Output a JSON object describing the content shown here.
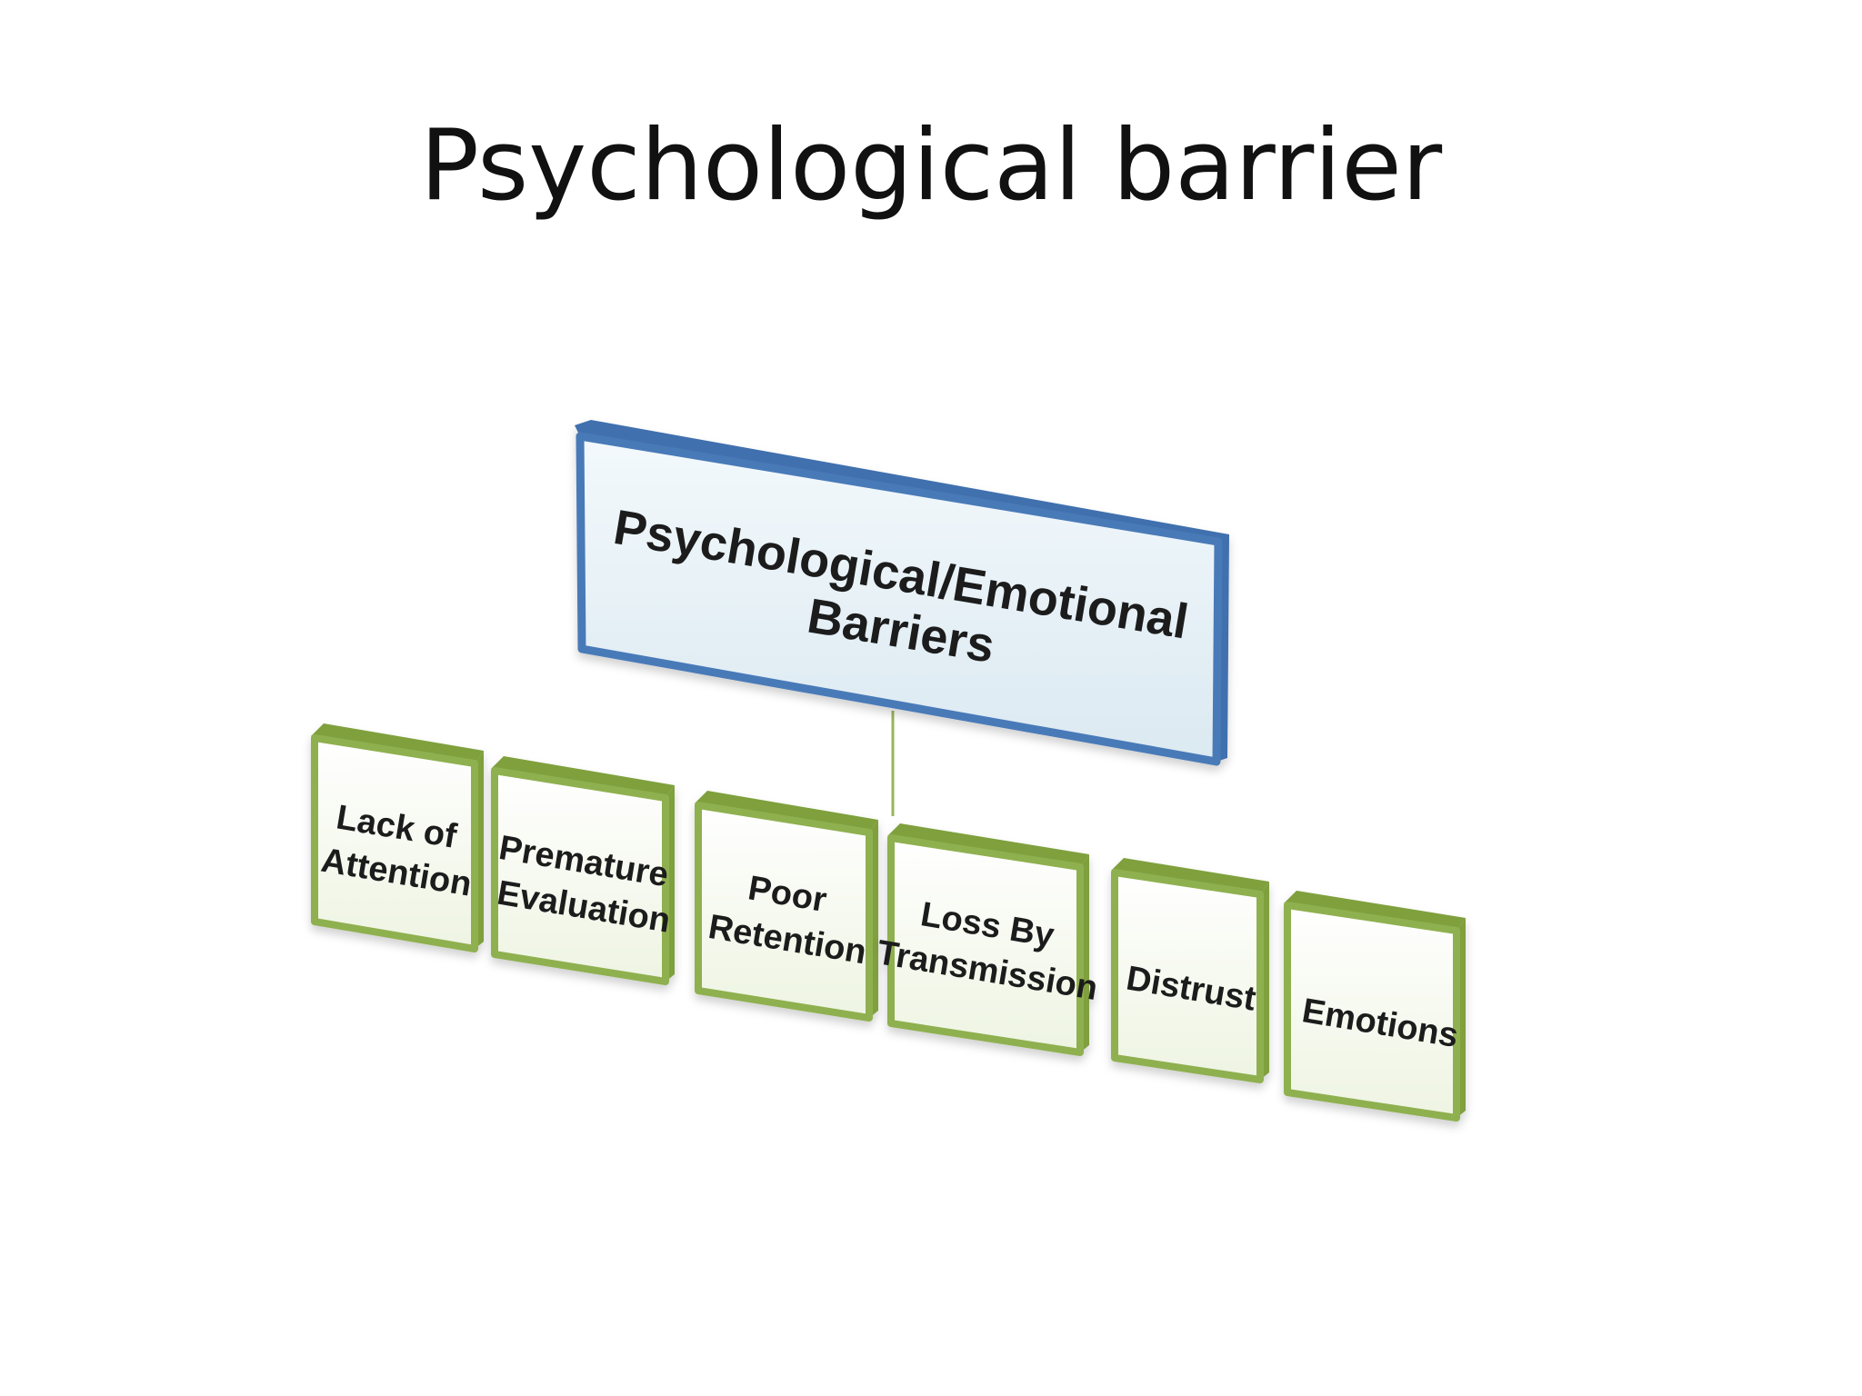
{
  "slide": {
    "title": "Psychological barrier"
  },
  "diagram": {
    "root": {
      "lines": [
        "Psychological/Emotional",
        "Barriers"
      ]
    },
    "children": [
      {
        "lines": [
          "Lack of",
          "Attention"
        ]
      },
      {
        "lines": [
          "Premature",
          "Evaluation"
        ]
      },
      {
        "lines": [
          "Poor",
          "Retention"
        ]
      },
      {
        "lines": [
          "Loss By",
          "Transmission"
        ]
      },
      {
        "lines": [
          "Distrust"
        ]
      },
      {
        "lines": [
          "Emotions"
        ]
      }
    ],
    "colors": {
      "root_border": "#4a7ab8",
      "root_top": "#3f6fae",
      "root_fill": "#eaf3f8",
      "child_border": "#8fb050",
      "child_top": "#7fa03e",
      "child_fill": "#f6f9ee",
      "connector": "#9ab45a",
      "text": "#1a1a1a"
    }
  }
}
